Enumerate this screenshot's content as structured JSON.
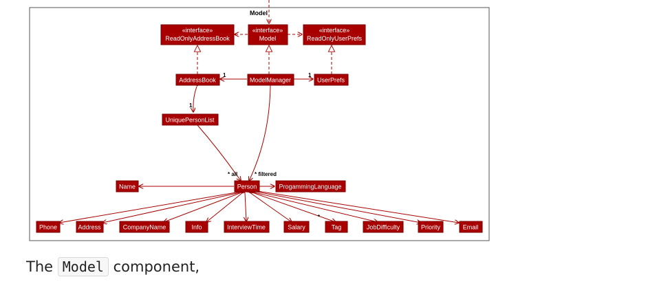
{
  "diagram": {
    "package": "Model",
    "stereotype": "«interface»",
    "interfaces": {
      "address_book": "ReadOnlyAddressBook",
      "model": "Model",
      "user_prefs": "ReadOnlyUserPrefs"
    },
    "classes": {
      "address_book": "AddressBook",
      "model_manager": "ModelManager",
      "user_prefs": "UserPrefs",
      "unique_person_list": "UniquePersonList",
      "person": "Person",
      "name": "Name",
      "programming_language": "ProgammingLanguage"
    },
    "attributes": [
      "Phone",
      "Address",
      "CompanyName",
      "Info",
      "InterviewTime",
      "Salary",
      "Tag",
      "JobDifficulty",
      "Priority",
      "Email"
    ],
    "multiplicities": {
      "addressbook": "1",
      "userprefs": "1",
      "personlist": "1",
      "all": "* all",
      "filtered": "* filtered",
      "tag": "*"
    }
  },
  "caption": {
    "before": "The ",
    "code": "Model",
    "after": " component,"
  },
  "colors": {
    "box_fill": "#a80000",
    "box_border": "#7a0000",
    "line": "#a80000",
    "package_border": "#555555"
  }
}
